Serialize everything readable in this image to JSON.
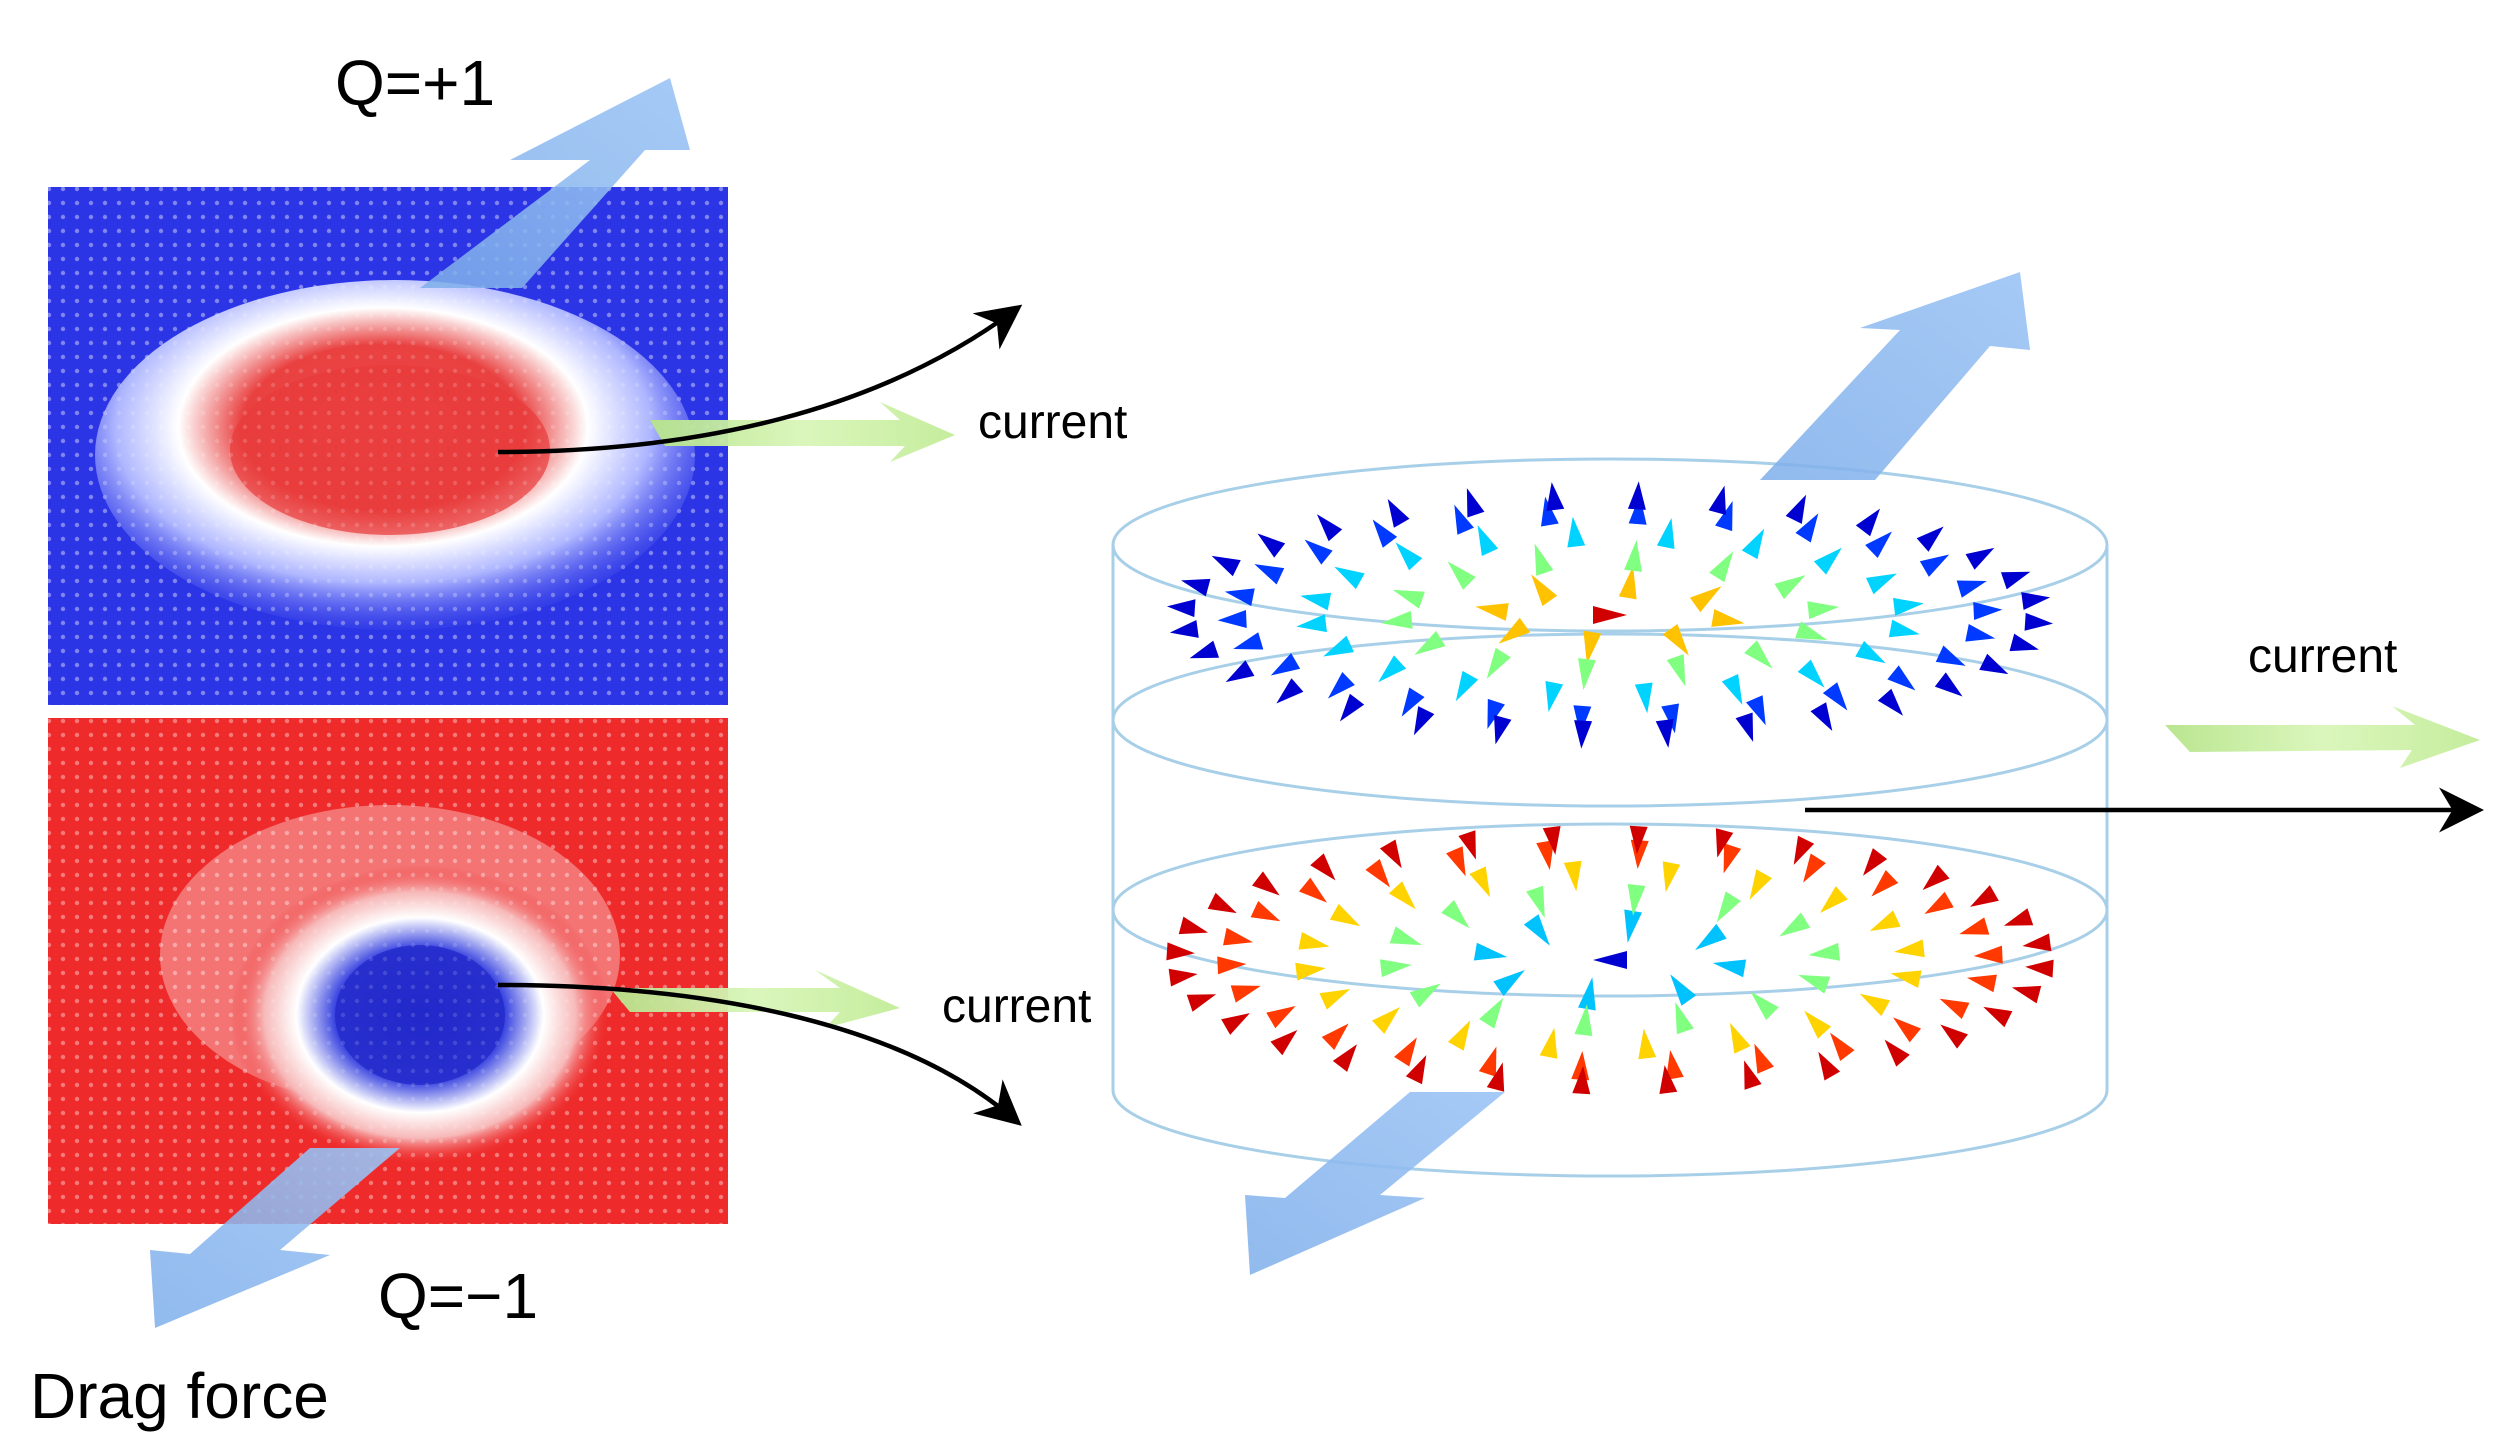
{
  "labels": {
    "q_plus": "Q=+1",
    "q_minus": "Q=−1",
    "current_top": "current",
    "current_bottom": "current",
    "current_right": "current",
    "drag_force": "Drag force"
  },
  "colors": {
    "panel_top_background": "#2b35e6",
    "panel_top_core": "#e83a3a",
    "panel_bottom_background": "#ee2a2a",
    "panel_bottom_core": "#2b2fd6",
    "drag_arrow": "#8db8f0",
    "current_arrow": "#c9f0a0",
    "cylinder_outline": "#a8cfe8",
    "curve": "#000000"
  }
}
